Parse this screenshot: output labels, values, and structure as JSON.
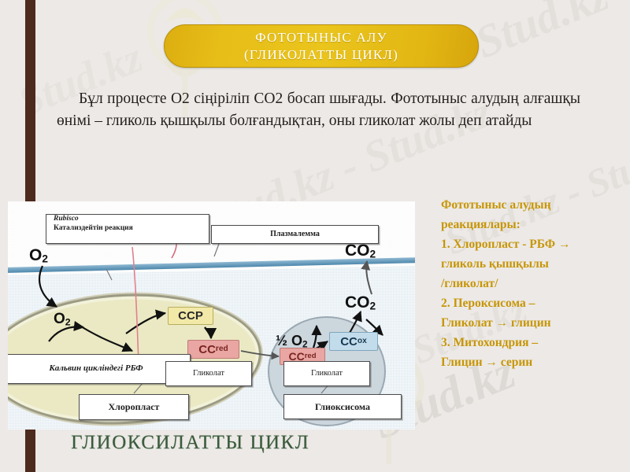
{
  "slide": {
    "title_line1": "ФОТОТЫНЫС  АЛУ",
    "title_line2": "(ГЛИКОЛАТТЫ  ЦИКЛ)",
    "body_text": "Бұл  процесте  O2 сіңіріліп  CO2 босап  шығады.  Фототыныс  алудың  алғашқы  өнімі – гликоль  қышқылы  болғандықтан,  оны  гликолат  жолы  деп  атайды",
    "bottom_caption": "ГЛИОКСИЛАТТЫ  ЦИКЛ",
    "accent_title_color": "#e3b915",
    "accent_list_color": "#c79606",
    "accent_bar_color": "#4c2a1e",
    "caption_color": "#3c5a3c",
    "background_color": "#ece9e7"
  },
  "reactions": {
    "heading_line1": "Фототыныс алудың",
    "heading_line2": "реакциялары:",
    "items": [
      "1.  Хлоропласт  - РБФ  →",
      "гликоль қышқылы",
      "/гликолат/",
      "2.  Пероксисома –",
      "Гликолат →  глицин",
      "3.  Митохондрия –",
      "Глицин  →  серин"
    ]
  },
  "diagram": {
    "boxes": {
      "rubisco_line1": "Rubisco",
      "rubisco_line2": "Катализдейтін  реакция",
      "plasmalemma": "Плазмалемма",
      "calvin": "Кальвин циклiндегi    РБФ",
      "chloroplast": "Хлоропласт",
      "glycolate": "Гликолат",
      "glyoxysome": "Глиоксисома"
    },
    "tags": {
      "ccp": "CCP",
      "ccred_main": "CC",
      "ccred_sub": "red",
      "ccox_main": "CC",
      "ccox_sub": "ox"
    },
    "molecules": {
      "o2_outside": "O",
      "o2_outside_sub": "2",
      "o2_inside": "O",
      "o2_inside_sub": "2",
      "co2_top": "CO",
      "co2_top_sub": "2",
      "co2_mid": "CO",
      "co2_mid_sub": "2",
      "half_o2_prefix": "1/2 O",
      "half_o2_sub": "2"
    }
  },
  "watermarks": {
    "text": "Stud.kz",
    "text_dash": "Stud.kz - Stud.kz"
  }
}
